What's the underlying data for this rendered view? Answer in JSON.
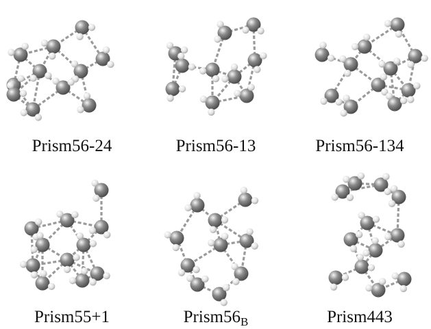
{
  "figure": {
    "structures": [
      {
        "id": "p1",
        "label": "Prism56-24"
      },
      {
        "id": "p2",
        "label": "Prism56-13"
      },
      {
        "id": "p3",
        "label": "Prism56-134"
      },
      {
        "id": "p4",
        "label": "Prism55+1"
      },
      {
        "id": "p5",
        "label": "Prism56",
        "subscript": "B"
      },
      {
        "id": "p6",
        "label": "Prism443"
      }
    ],
    "colors": {
      "oxygen": "#8c8c8c",
      "hydrogen": "#e2e2e2",
      "bond": "#9a9a9a",
      "caption": "#111111"
    }
  }
}
